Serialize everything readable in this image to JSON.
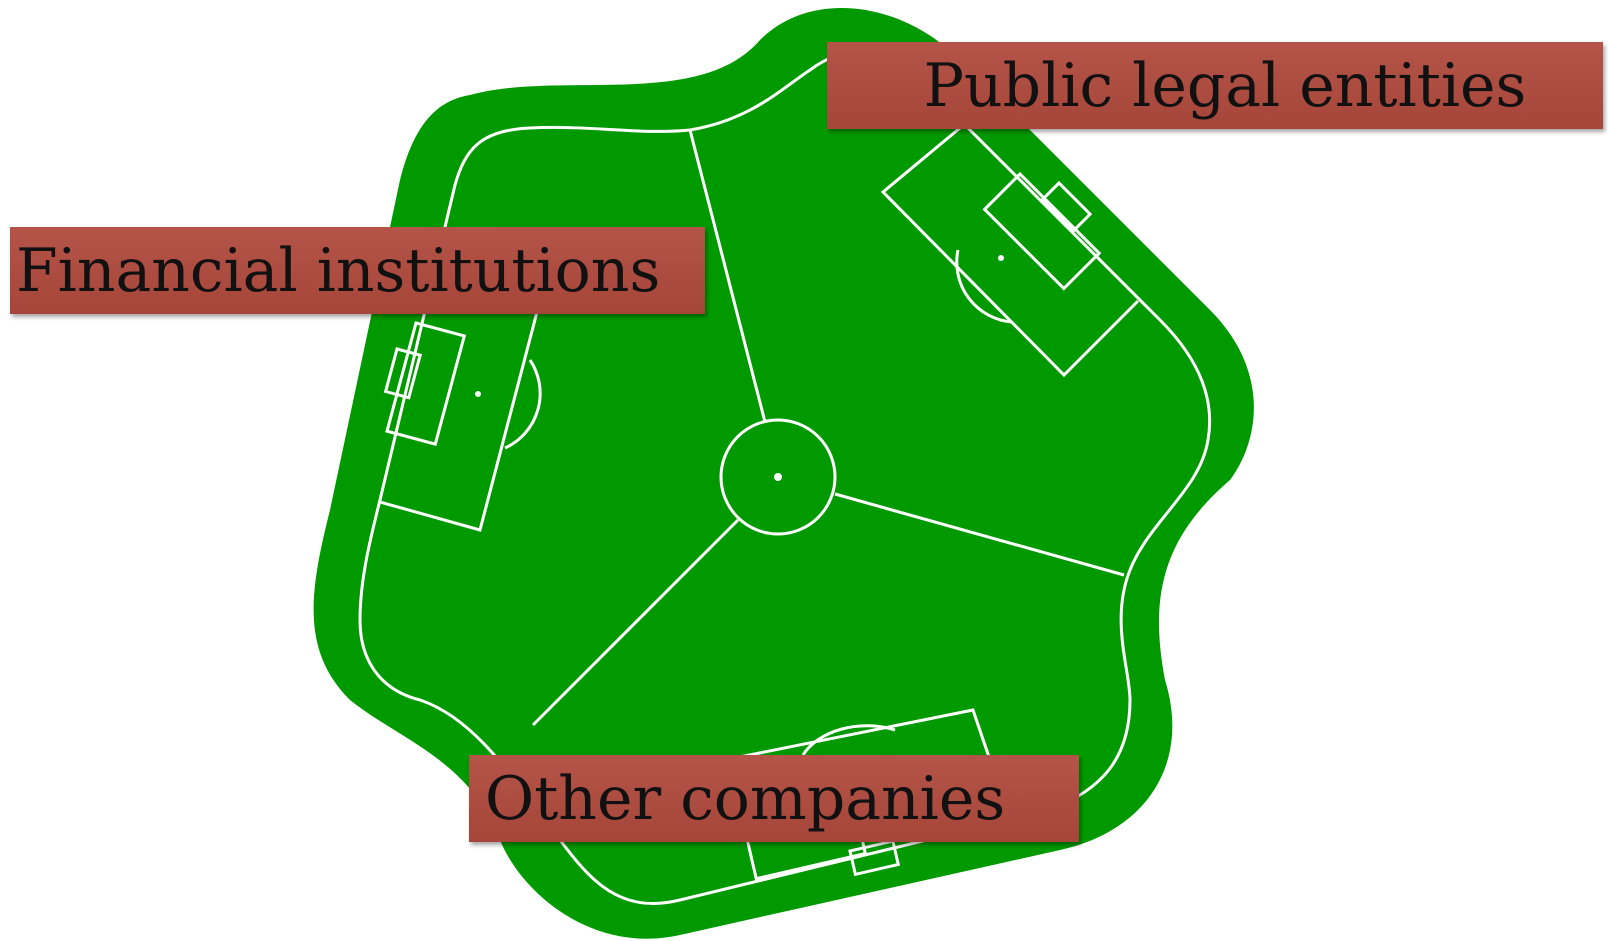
{
  "diagram": {
    "labels": {
      "public_legal_entities": "Public legal entities",
      "financial_institutions": "Financial institutions",
      "other_companies": "Other companies"
    },
    "colors": {
      "pitch_green": "#009a00",
      "line_white": "#ffffff",
      "label_red": "#b04a3d",
      "label_text": "#111111"
    }
  }
}
